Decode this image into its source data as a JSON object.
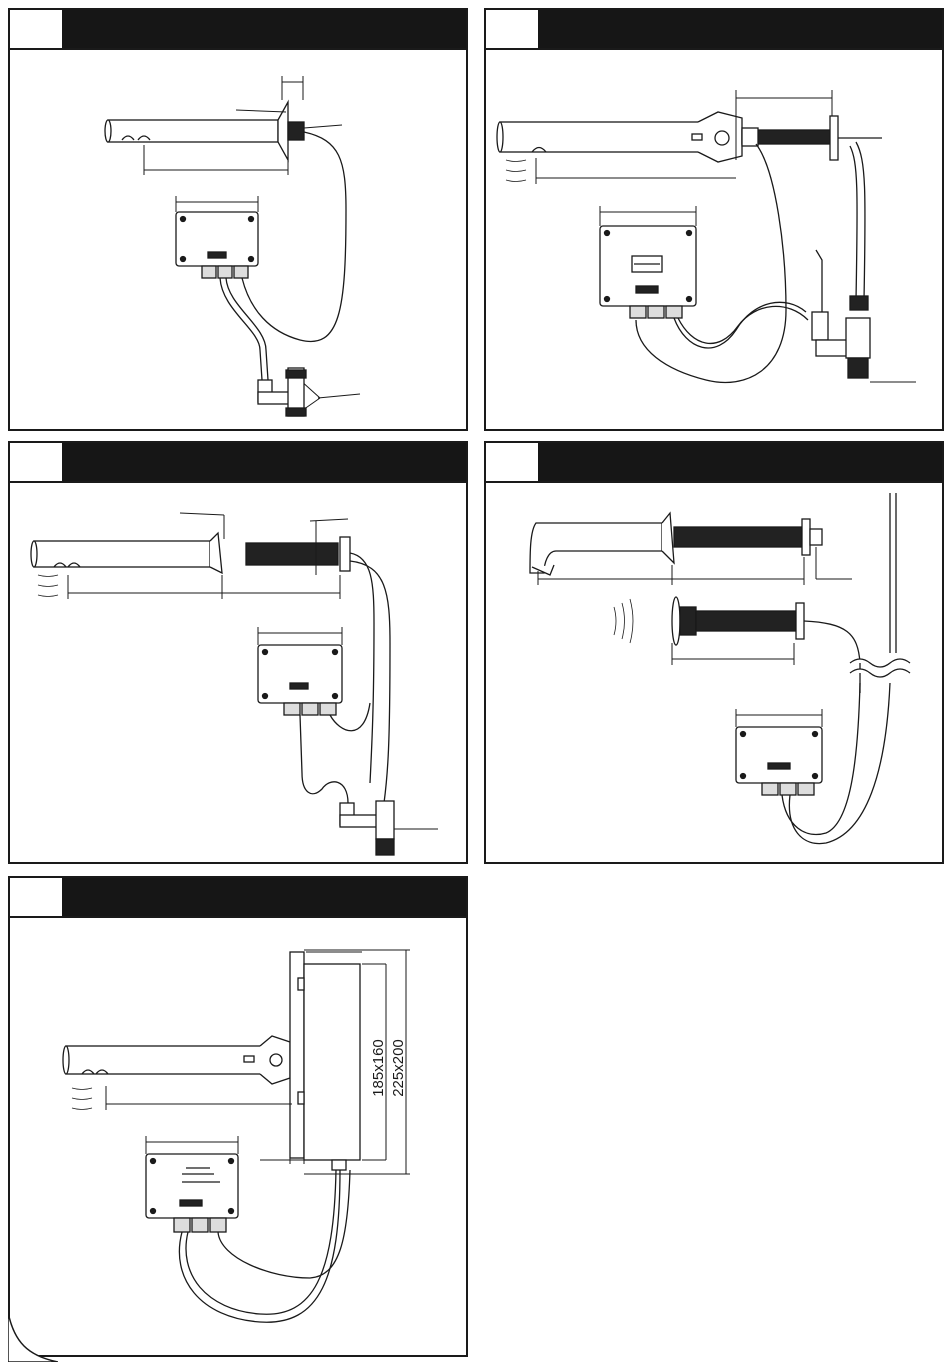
{
  "panels": [
    {
      "id": 1,
      "number": "",
      "title": ""
    },
    {
      "id": 2,
      "number": "",
      "title": ""
    },
    {
      "id": 3,
      "number": "",
      "title": ""
    },
    {
      "id": 4,
      "number": "",
      "title": ""
    },
    {
      "id": 5,
      "number": "",
      "title": ""
    }
  ],
  "dimensions": {
    "inner_box": "185x160",
    "outer_box": "225x200"
  },
  "colors": {
    "line": "#1a1a1a",
    "header": "#161616",
    "fill_dark": "#222222",
    "fill_light": "#f2f2f2"
  }
}
